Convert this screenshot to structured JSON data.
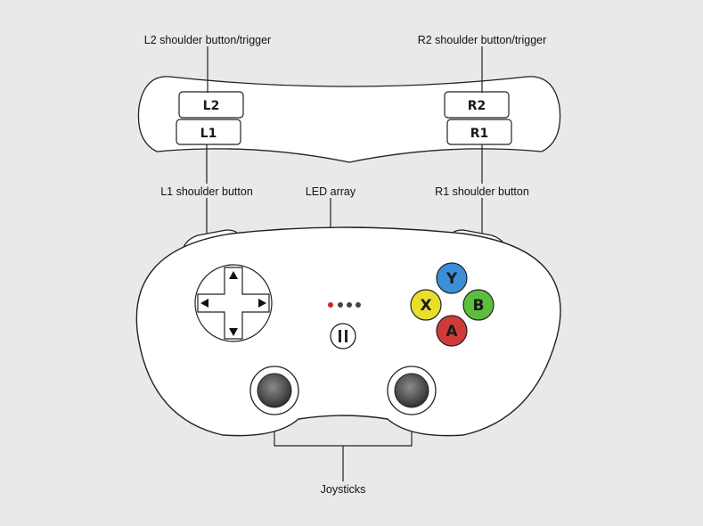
{
  "callouts": {
    "l2": "L2 shoulder button/trigger",
    "r2": "R2 shoulder button/trigger",
    "l1": "L1 shoulder button",
    "r1": "R1 shoulder button",
    "led": "LED array",
    "joysticks": "Joysticks"
  },
  "shoulder_buttons": {
    "l2": "L2",
    "l1": "L1",
    "r2": "R2",
    "r1": "R1"
  },
  "face_buttons": {
    "y": "Y",
    "x": "X",
    "b": "B",
    "a": "A"
  },
  "colors": {
    "y": "#3b8fd9",
    "x": "#e8df2a",
    "b": "#5cbf3b",
    "a": "#d23a3a",
    "led_active": "#d62020",
    "led_inactive": "#444444"
  },
  "icons": {
    "pause": "pause-icon",
    "dpad": "dpad-icon"
  }
}
